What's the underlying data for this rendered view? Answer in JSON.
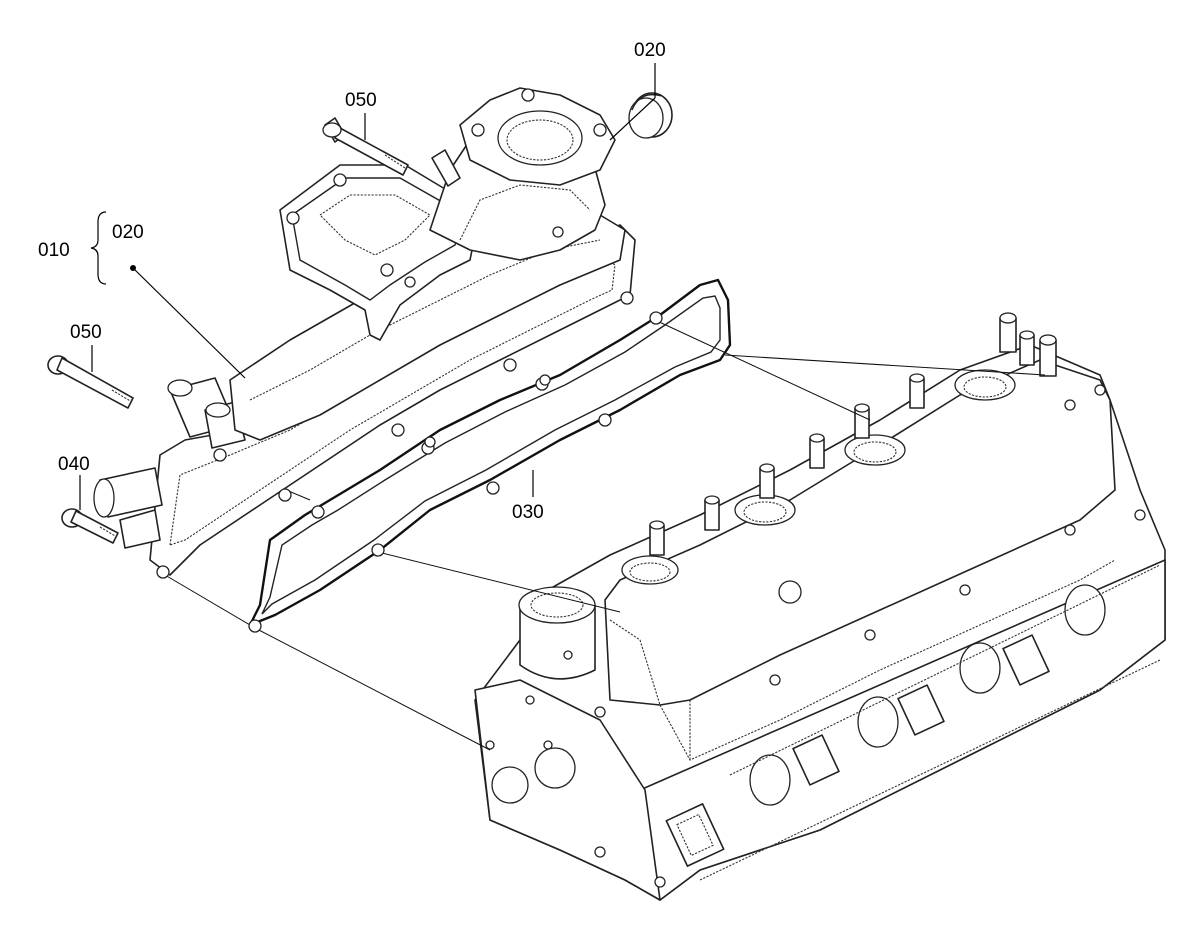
{
  "callouts": {
    "thermostat_cap": "020",
    "bolt_top": "050",
    "assembly_group": "010",
    "assembly_sub": "020",
    "bolt_middle": "050",
    "bolt_bottom": "040",
    "gasket": "030"
  },
  "colors": {
    "line": "#222222",
    "background": "#ffffff"
  }
}
